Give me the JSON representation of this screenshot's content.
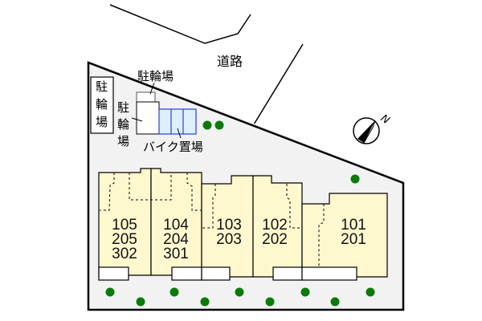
{
  "labels": {
    "road": "道路",
    "bicycle_parking_top": "駐輪場",
    "bicycle_parking_left": [
      "駐",
      "輪",
      "場"
    ],
    "bicycle_parking_mid": [
      "駐",
      "輪",
      "場"
    ],
    "bike_parking": "バイク置場"
  },
  "compass": {
    "label": "N"
  },
  "units": [
    {
      "id": "unit-105",
      "lines": [
        "105",
        "205",
        "302"
      ]
    },
    {
      "id": "unit-104",
      "lines": [
        "104",
        "204",
        "301"
      ]
    },
    {
      "id": "unit-103",
      "lines": [
        "103",
        "203"
      ]
    },
    {
      "id": "unit-102",
      "lines": [
        "102",
        "202"
      ]
    },
    {
      "id": "unit-101",
      "lines": [
        "101",
        "201"
      ]
    }
  ],
  "colors": {
    "site_fill": "#f2f2f2",
    "building_fill": "#fff8cf",
    "bike_fill": "#dcefff",
    "bike_stroke": "#2a3fd0",
    "tree": "#0a7a0a",
    "line": "#000000"
  }
}
